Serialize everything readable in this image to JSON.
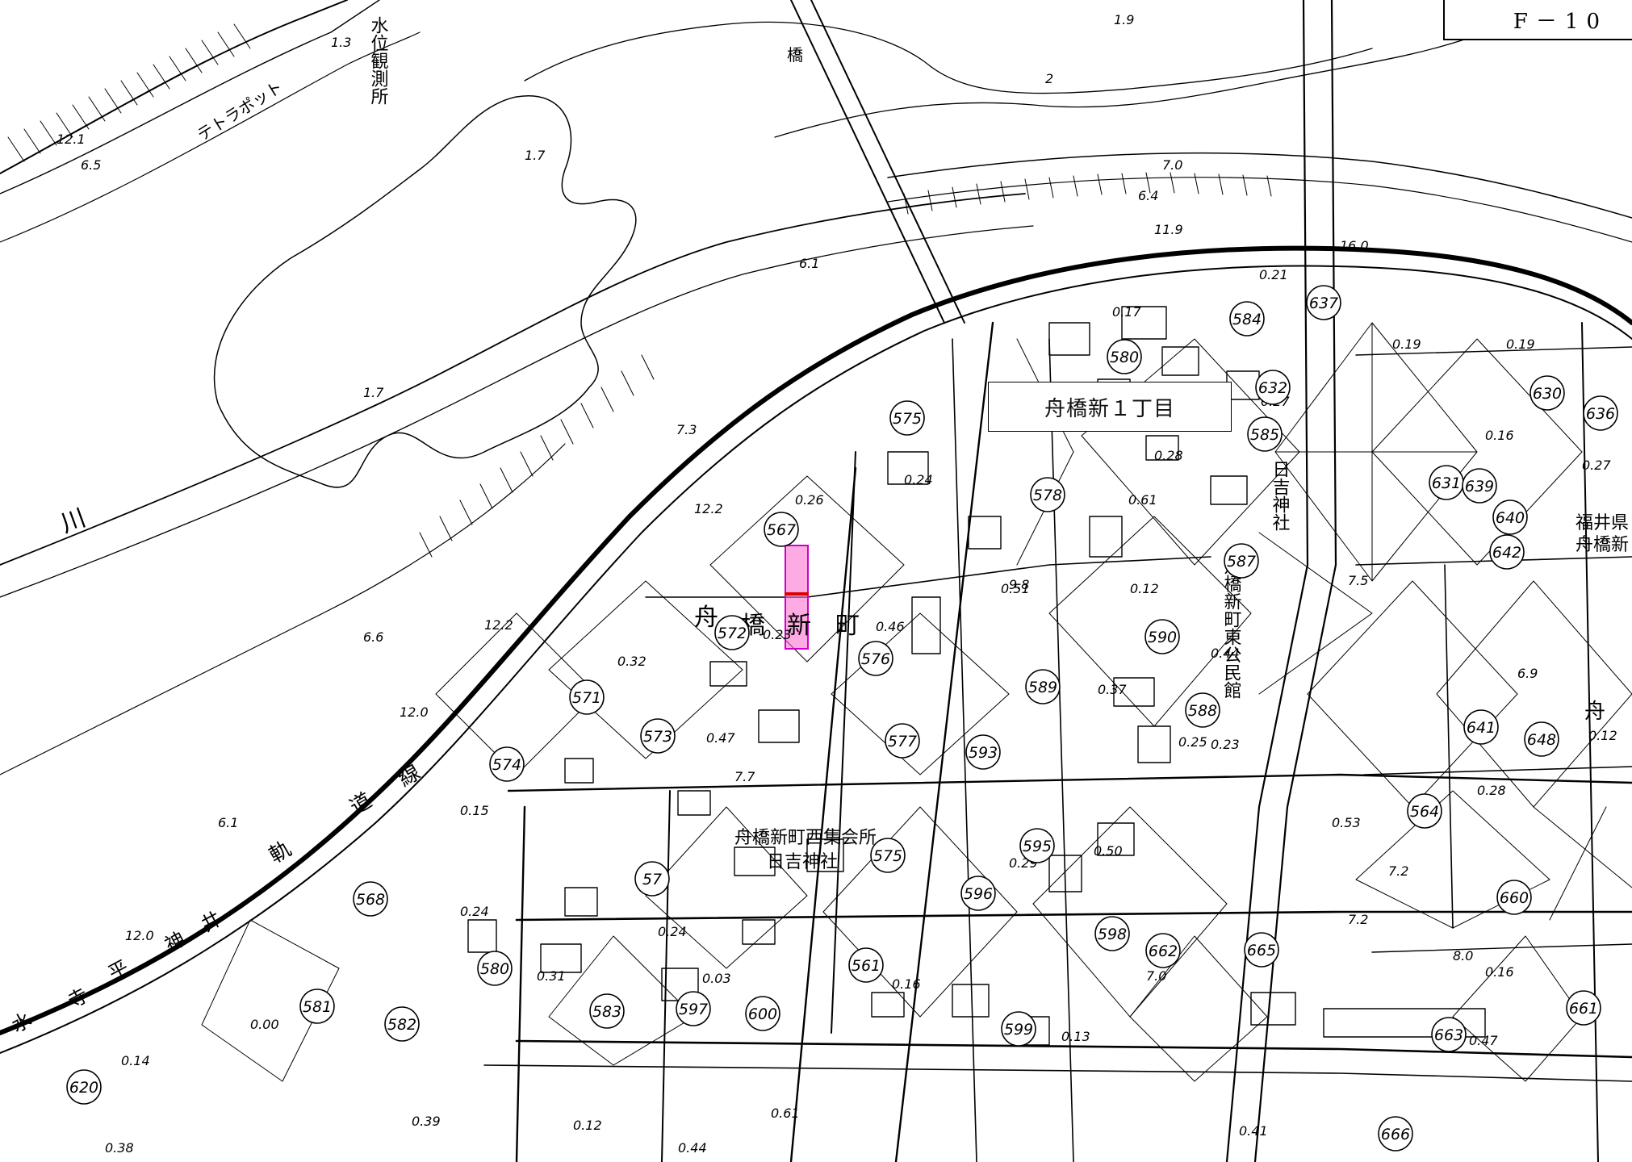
{
  "sheet_id": "F－10",
  "area_label": "舟橋新１丁目",
  "highlight_color": "#ff66cc",
  "texts": {
    "gauge": "水位観測所",
    "tetrapod": "テトラポット",
    "bridge": "橋",
    "river": "川",
    "town_1": "舟",
    "town_2": "橋",
    "town_3": "新",
    "town_4": "町",
    "rail_1": "道",
    "rail_2": "線",
    "rail_3": "軌",
    "rail_4": "平",
    "rail_5": "神",
    "rail_6": "井",
    "rail_7": "水",
    "rail_8": "寺",
    "shrine_east": "日吉神社",
    "hall_east": "舟橋新町東公民館",
    "hall_west": "舟橋新町西集会所",
    "shrine_west": "日吉神社",
    "fukui_1": "福井県",
    "fukui_2": "舟橋新",
    "edge_fu": "舟"
  },
  "elevations": [
    "1.9",
    "1.3",
    "12.1",
    "6.5",
    "1.7",
    "2",
    "7.0",
    "6.4",
    "11.9",
    "16.0",
    "6.1",
    "7.3",
    "1.7",
    "12.2",
    "12.2",
    "6.6",
    "12.0",
    "6.1",
    "12.0",
    "9.8",
    "7.5",
    "6.9",
    "7.2",
    "8.0",
    "7.0",
    "7.7",
    "7.2",
    "0.21",
    "0.17",
    "0.19",
    "0.19",
    "0.27",
    "0.28",
    "0.16",
    "0.27",
    "0.61",
    "0.24",
    "0.26",
    "0.23",
    "0.12",
    "0.32",
    "0.46",
    "0.47",
    "0.37",
    "0.25",
    "0.28",
    "0.53",
    "0.50",
    "0.16",
    "0.15",
    "0.24",
    "0.31",
    "0.24",
    "0.03",
    "0.16",
    "0.13",
    "0.47",
    "0.00",
    "0.14",
    "0.38",
    "0.39",
    "0.12",
    "0.61",
    "0.44",
    "0.41",
    "0.29",
    "0.44",
    "0.12",
    "0.51",
    "0.23"
  ],
  "lots": [
    "584",
    "637",
    "580",
    "575",
    "632",
    "630",
    "636",
    "585",
    "631",
    "639",
    "567",
    "640",
    "642",
    "578",
    "587",
    "572",
    "576",
    "590",
    "571",
    "574",
    "573",
    "577",
    "593",
    "589",
    "588",
    "641",
    "648",
    "564",
    "57",
    "595",
    "596",
    "561",
    "575",
    "660",
    "598",
    "568",
    "580",
    "581",
    "582",
    "583",
    "600",
    "597",
    "599",
    "663",
    "620",
    "666",
    "661",
    "662",
    "665"
  ]
}
